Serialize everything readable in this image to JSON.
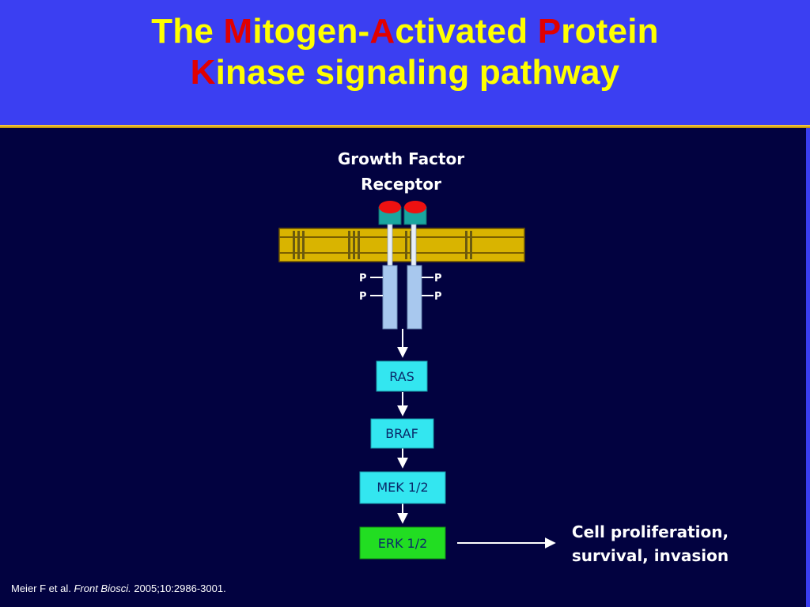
{
  "title": {
    "line1": [
      {
        "text": "The ",
        "hl": false
      },
      {
        "text": "M",
        "hl": true
      },
      {
        "text": "itogen-",
        "hl": false
      },
      {
        "text": "A",
        "hl": true
      },
      {
        "text": "ctivated ",
        "hl": false
      },
      {
        "text": "P",
        "hl": true
      },
      {
        "text": "rotein",
        "hl": false
      }
    ],
    "line2": [
      {
        "text": "K",
        "hl": true
      },
      {
        "text": "inase signaling pathway",
        "hl": false
      }
    ]
  },
  "diagram": {
    "receptor_label_line1": "Growth Factor",
    "receptor_label_line2": "Receptor",
    "phospho": [
      "P",
      "P",
      "P",
      "P"
    ],
    "nodes": [
      "RAS",
      "BRAF",
      "MEK 1/2",
      "ERK 1/2"
    ],
    "outcome_line1": "Cell proliferation,",
    "outcome_line2": "survival, invasion"
  },
  "citation": {
    "authors": "Meier F et al. ",
    "journal": "Front Biosci.",
    "details": " 2005;10:2986-3001."
  },
  "colors": {
    "title_text": "#ffff00",
    "title_highlight": "#e00000",
    "header_bg": "#3b3ff2",
    "panel_bg": "#020240",
    "membrane": "#d9b400",
    "node_cyan": "#33e6f0",
    "node_green": "#22dd22",
    "receptor_bar": "#a8c8ee",
    "receptor_cap": "#ee1111"
  }
}
